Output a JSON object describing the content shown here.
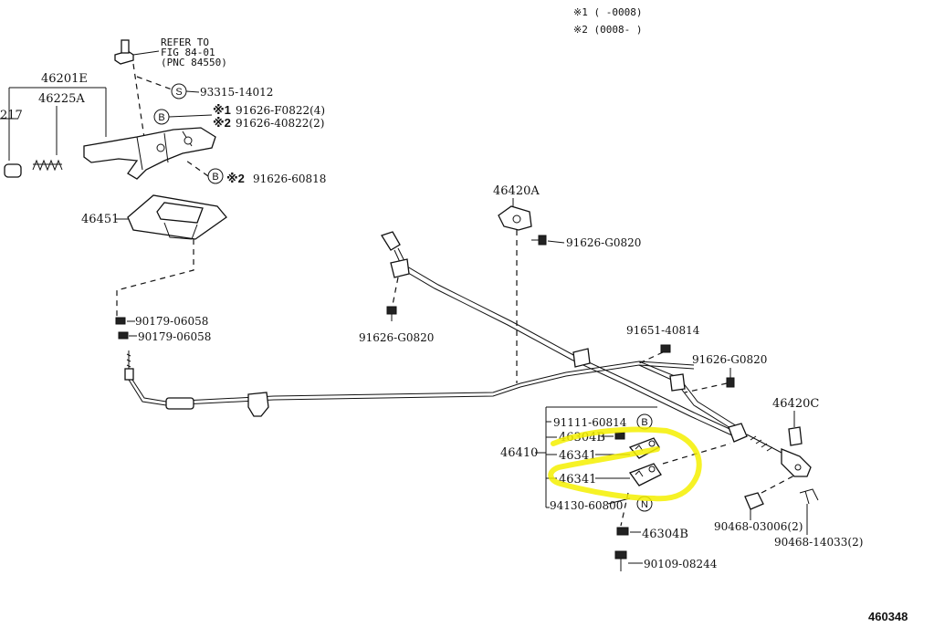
{
  "notes": {
    "note1": "※1 (      -0008)",
    "note2": "※2 (0008-      )"
  },
  "refer": {
    "line1": "REFER TO",
    "line2": "FIG 84-01",
    "line3": "(PNC 84550)"
  },
  "labels": {
    "p46201E": "46201E",
    "p46225A": "46225A",
    "p46217": "217",
    "p46451": "46451",
    "p93315": "93315-14012",
    "p91626F": "91626-F0822(4)",
    "p91626_40822": "91626-40822(2)",
    "p91626_60818": "91626-60818",
    "p90179a": "90179-06058",
    "p90179b": "90179-06058",
    "p46420A": "46420A",
    "p91626G_a": "91626-G0820",
    "p91626G_b": "91626-G0820",
    "p91651": "91651-40814",
    "p91626G_c": "91626-G0820",
    "p46420C": "46420C",
    "p91111": "91111-60814",
    "p46304B_a": "46304B",
    "p46341_a": "46341",
    "p46341_b": "46341",
    "p46410": "46410",
    "p94130": "94130-60800",
    "p46304B_b": "46304B",
    "p90109": "90109-08244",
    "p90468a": "90468-03006(2)",
    "p90468b": "90468-14033(2)"
  },
  "marks": {
    "star1": "※1",
    "star2": "※2",
    "star2b": "※2",
    "S": "S",
    "B1": "B",
    "B2": "B",
    "B3": "B",
    "N": "N"
  },
  "figure_number": "460348",
  "highlight_color": "#f5f000"
}
